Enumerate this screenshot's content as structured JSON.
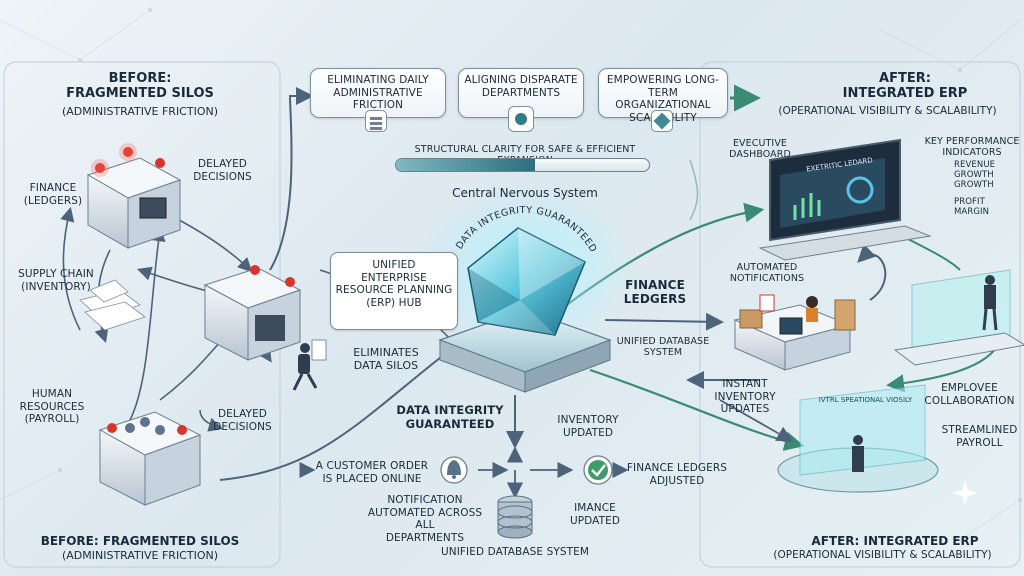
{
  "colors": {
    "accent": "#2e7c8a",
    "alert": "#d9342b",
    "arrow": "#4d637a",
    "flow": "#3b8a74"
  },
  "left_panel": {
    "title": "BEFORE:\nFRAGMENTED SILOS",
    "subtitle": "(ADMINISTRATIVE FRICTION)",
    "finance": "FINANCE\n(LEDGERS)",
    "supply": "SUPPLY CHAIN\n(INVENTORY)",
    "hr": "HUMAN\nRESOURCES\n(PAYROLL)",
    "delayed_1": "DELAYED\nDECISIONS",
    "delayed_2": "DELAYED\nDECISIONS",
    "footer_title": "BEFORE: FRAGMENTED SILOS",
    "footer_sub": "(ADMINISTRATIVE FRICTION)"
  },
  "benefits": {
    "items": [
      "ELIMINATING DAILY\nADMINISTRATIVE\nFRICTION",
      "ALIGNING DISPARATE\nDEPARTMENTS",
      "EMPOWERING LONG-TERM\nORGANIZATIONAL\nSCALABILITY"
    ],
    "bar_label": "STRUCTURAL CLARITY FOR SAFE & EFFICIENT EXPANSION",
    "bar_progress": 0.55
  },
  "hub": {
    "central": "Central Nervous System",
    "integrity_arc": "DATA INTEGRITY GUARANTEED",
    "erp_label": "UNIFIED\nENTERPRISE\nRESOURCE PLANNING\n(ERP) HUB",
    "eliminates": "ELIMINATES\nDATA SILOS",
    "integrity": "DATA INTEGRITY\nGUARANTEED",
    "finance_ledgers": "FINANCE\nLEDGERS",
    "unified_db": "UNIFIED DATABASE\nSYSTEM"
  },
  "flow": {
    "order": "A CUSTOMER ORDER\nIS PLACED ONLINE",
    "notification": "NOTIFICATION\nAUTOMATED ACROSS ALL\nDEPARTMENTS",
    "inventory_updated": "INVENTORY\nUPDATED",
    "finance_adjusted": "FINANCE LEDGERS\nADJUSTED",
    "imance_updated": "IMANCE\nUPDATED",
    "db_label": "UNIFIED DATABASE SYSTEM"
  },
  "right_panel": {
    "title": "AFTER:\nINTEGRATED ERP",
    "subtitle": "(OPERATIONAL VISIBILITY & SCALABILITY)",
    "dashboard": "EVECUTIVE\nDASHBOARD",
    "screen_title": "EXETRITIC LEDARD",
    "kpi": "KEY PERFORMANCE\nINDICATORS",
    "kpi_items": [
      "REVENUE\nGROWTH",
      "GROWTH",
      "PROFIT\nMARGIN"
    ],
    "automated": "AUTOMATED\nNOTIFICATIONS",
    "instant": "INSTANT\nINVENTORY\nUPDATES",
    "employee": "EMPLOVEE\nCOLLABORATION",
    "streamlined": "STREAMLINED\nPAYROLL",
    "visibility_screen": "IVTRL SPEATIONAL VIOSILY",
    "footer_title": "AFTER: INTEGRATED ERP",
    "footer_sub": "(OPERATIONAL VISIBILITY & SCALABILITY)"
  }
}
